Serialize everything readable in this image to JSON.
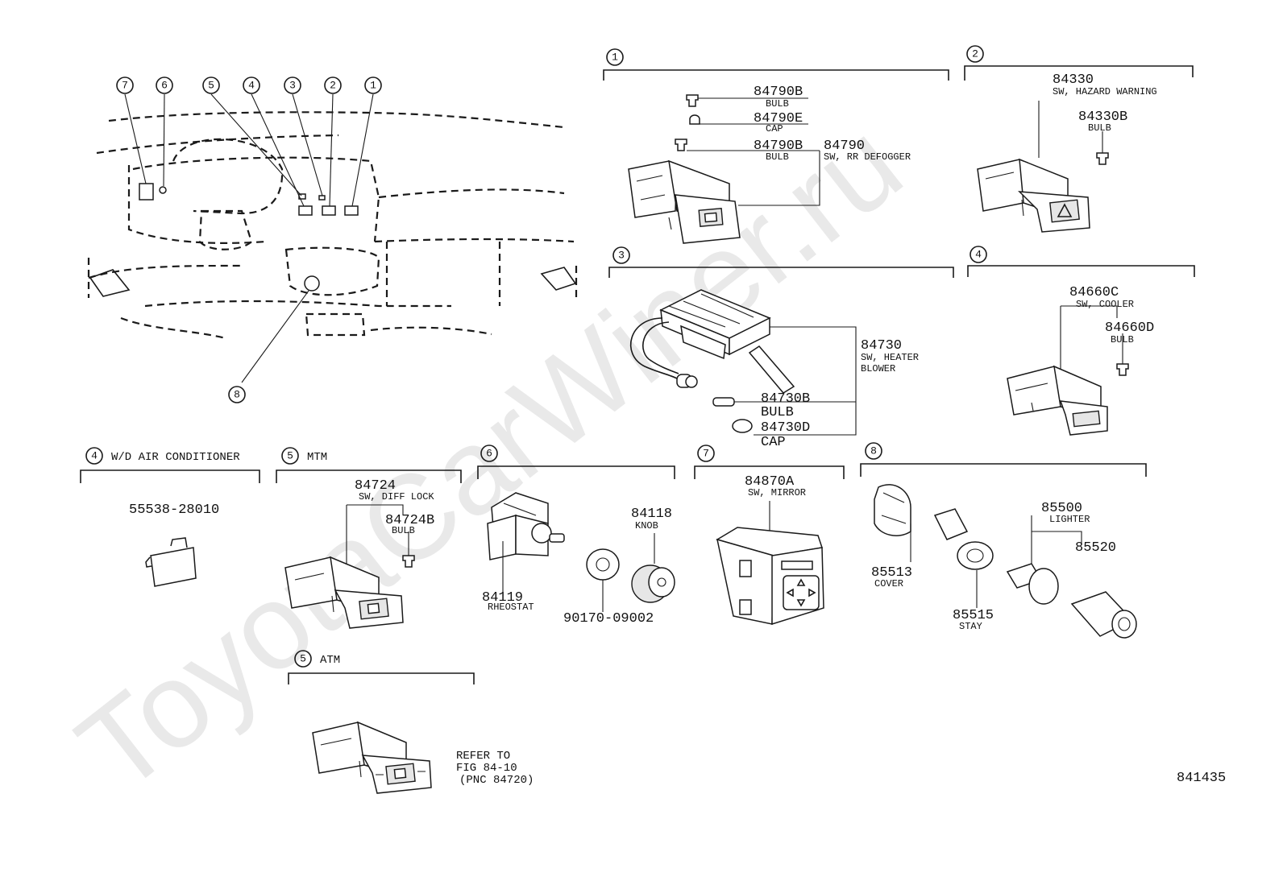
{
  "watermark": "ToyotaCarWiner.ru",
  "figure_id": "841435",
  "locator": {
    "callouts": [
      "7",
      "6",
      "5",
      "4",
      "3",
      "2",
      "1",
      "8"
    ]
  },
  "sections": {
    "s1": {
      "num": "1",
      "parts": [
        {
          "pn": "84790B",
          "desc": "BULB"
        },
        {
          "pn": "84790E",
          "desc": "CAP"
        },
        {
          "pn": "84790B",
          "desc": "BULB"
        },
        {
          "pn": "84790",
          "desc": "SW, RR DEFOGGER"
        }
      ]
    },
    "s2": {
      "num": "2",
      "parts": [
        {
          "pn": "84330",
          "desc": "SW, HAZARD WARNING"
        },
        {
          "pn": "84330B",
          "desc": "BULB"
        }
      ]
    },
    "s3": {
      "num": "3",
      "parts": [
        {
          "pn": "84730",
          "desc": "SW, HEATER",
          "desc2": "BLOWER"
        },
        {
          "pn": "84730B",
          "desc": "BULB"
        },
        {
          "pn": "84730D",
          "desc": "CAP"
        }
      ]
    },
    "s4": {
      "num": "4",
      "parts": [
        {
          "pn": "84660C",
          "desc": "SW, COOLER"
        },
        {
          "pn": "84660D",
          "desc": "BULB"
        }
      ]
    },
    "s4wo": {
      "num": "4",
      "title": "W/D AIR CONDITIONER",
      "parts": [
        {
          "pn": "55538-28010"
        }
      ]
    },
    "s5mtm": {
      "num": "5",
      "title": "MTM",
      "parts": [
        {
          "pn": "84724",
          "desc": "SW, DIFF LOCK"
        },
        {
          "pn": "84724B",
          "desc": "BULB"
        }
      ]
    },
    "s5atm": {
      "num": "5",
      "title": "ATM",
      "refer": [
        "REFER TO",
        "FIG 84-10",
        "(PNC 84720)"
      ]
    },
    "s6": {
      "num": "6",
      "parts": [
        {
          "pn": "84118",
          "desc": "KNOB"
        },
        {
          "pn": "84119",
          "desc": "RHEOSTAT"
        },
        {
          "pn": "90170-09002"
        }
      ]
    },
    "s7": {
      "num": "7",
      "parts": [
        {
          "pn": "84870A",
          "desc": "SW, MIRROR"
        }
      ]
    },
    "s8": {
      "num": "8",
      "parts": [
        {
          "pn": "85500",
          "desc": "LIGHTER"
        },
        {
          "pn": "85520"
        },
        {
          "pn": "85513",
          "desc": "COVER"
        },
        {
          "pn": "85515",
          "desc": "STAY"
        }
      ]
    }
  }
}
